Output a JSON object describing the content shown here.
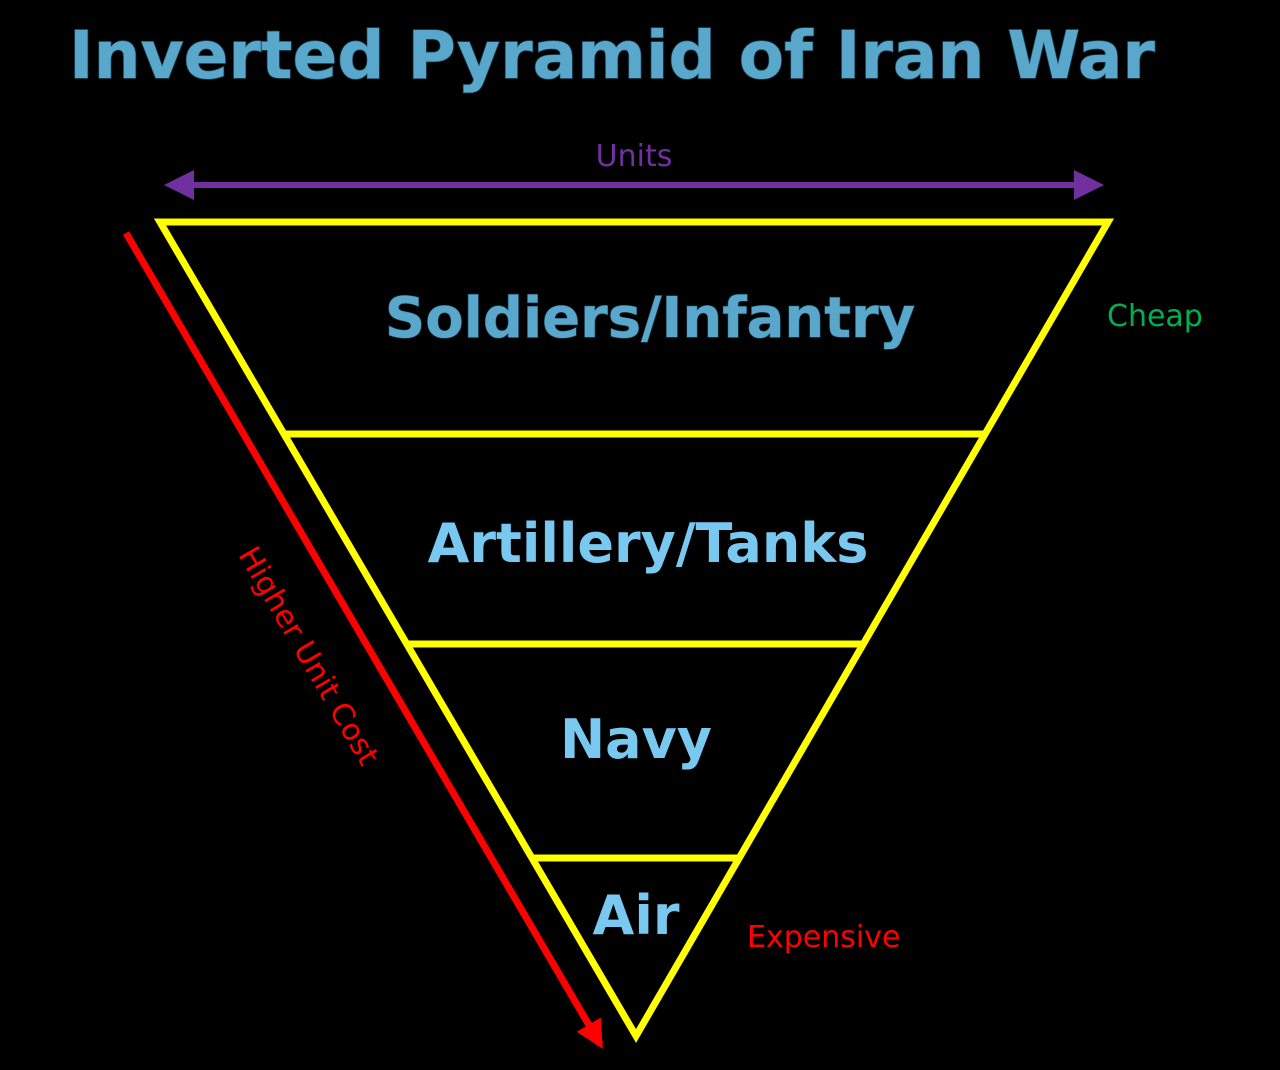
{
  "title": "Inverted Pyramid of Iran War",
  "units_label": "Units",
  "cost_axis_label": "Higher Unit Cost",
  "cheap_label": "Cheap",
  "expensive_label": "Expensive",
  "tiers": [
    {
      "label": "Soldiers/Infantry"
    },
    {
      "label": "Artillery/Tanks"
    },
    {
      "label": "Navy"
    },
    {
      "label": "Air"
    }
  ],
  "colors": {
    "background": "#000000",
    "pyramid_outline": "#ffff00",
    "units_arrow": "#7030a0",
    "cost_arrow": "#ff0000",
    "cheap": "#00b050",
    "expensive": "#ff0000",
    "tier_text": "#79c8ef",
    "title_text": "#5aa7cc"
  }
}
